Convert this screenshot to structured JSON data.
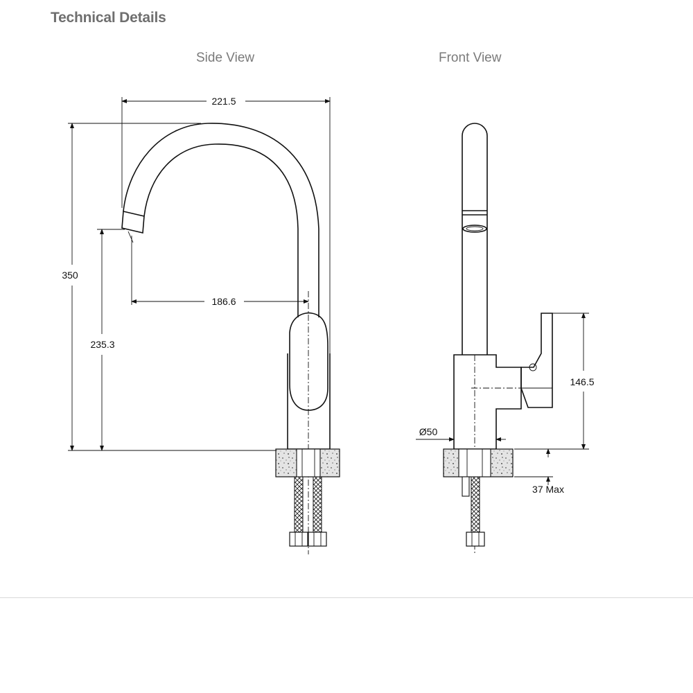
{
  "header": {
    "title": "Technical Details"
  },
  "views": {
    "side_label": "Side View",
    "front_label": "Front View"
  },
  "dimensions": {
    "reach_overall": "221.5",
    "height_overall": "350",
    "spout_height": "235.3",
    "spout_reach": "186.6",
    "lever_height": "146.5",
    "base_diameter": "Ø50",
    "bench_thickness": "37 Max"
  }
}
